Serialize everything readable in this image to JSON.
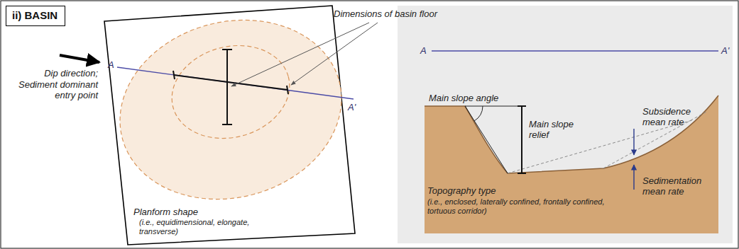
{
  "diagram": {
    "nodes": [
      {
        "text": [
          "ii) BASIN"
        ]
      }
    ],
    "labels": [
      "Dimensions of basin floor",
      "Dip direction;",
      "Sediment dominant entry point",
      "A",
      "A'",
      "Planform shape",
      "(i.e., equidimensional, elongate, transverse)",
      "A",
      "A'",
      "Main slope angle",
      "Main slope relief",
      "Subsidence mean rate",
      "Sedimentation mean rate",
      "Topography type",
      "(i.e., enclosed, laterally confined, frontally confined, tortuous corridor)"
    ]
  }
}
